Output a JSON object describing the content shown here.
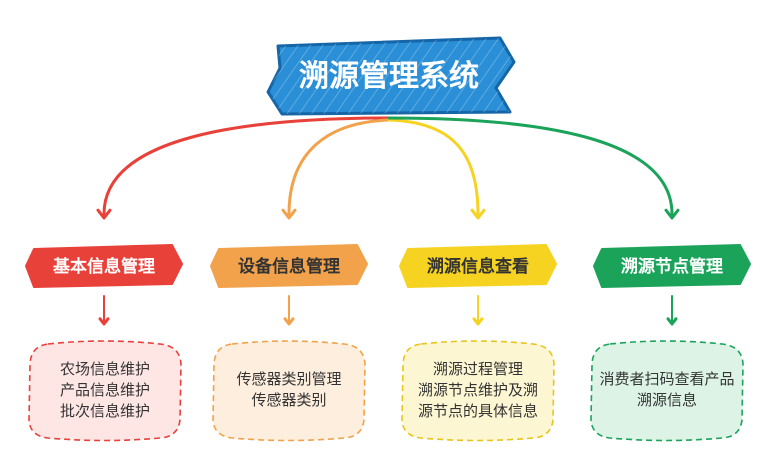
{
  "root": {
    "title": "溯源管理系统",
    "fill": "#2a8fd6",
    "stroke": "#1466a8"
  },
  "categories": [
    {
      "label": "基本信息管理",
      "color": "#e8413a",
      "text_color": "#ffffff",
      "detail_fill": "#fde6e4",
      "detail_stroke": "#e8413a",
      "details": [
        "农场信息维护",
        "产品信息维护",
        "批次信息维护"
      ]
    },
    {
      "label": "设备信息管理",
      "color": "#f2a24a",
      "text_color": "#333333",
      "detail_fill": "#fdeede",
      "detail_stroke": "#f2a24a",
      "details": [
        "传感器类别管理",
        "传感器类别"
      ]
    },
    {
      "label": "溯源信息查看",
      "color": "#f5d320",
      "text_color": "#333333",
      "detail_fill": "#fdf6d3",
      "detail_stroke": "#e8c51a",
      "details": [
        "溯源过程管理",
        "溯源节点维护及溯",
        "源节点的具体信息"
      ]
    },
    {
      "label": "溯源节点管理",
      "color": "#1ba35a",
      "text_color": "#ffffff",
      "detail_fill": "#dcf3e6",
      "detail_stroke": "#1ba35a",
      "details": [
        "消费者扫码查看产品",
        "溯源信息"
      ]
    }
  ]
}
